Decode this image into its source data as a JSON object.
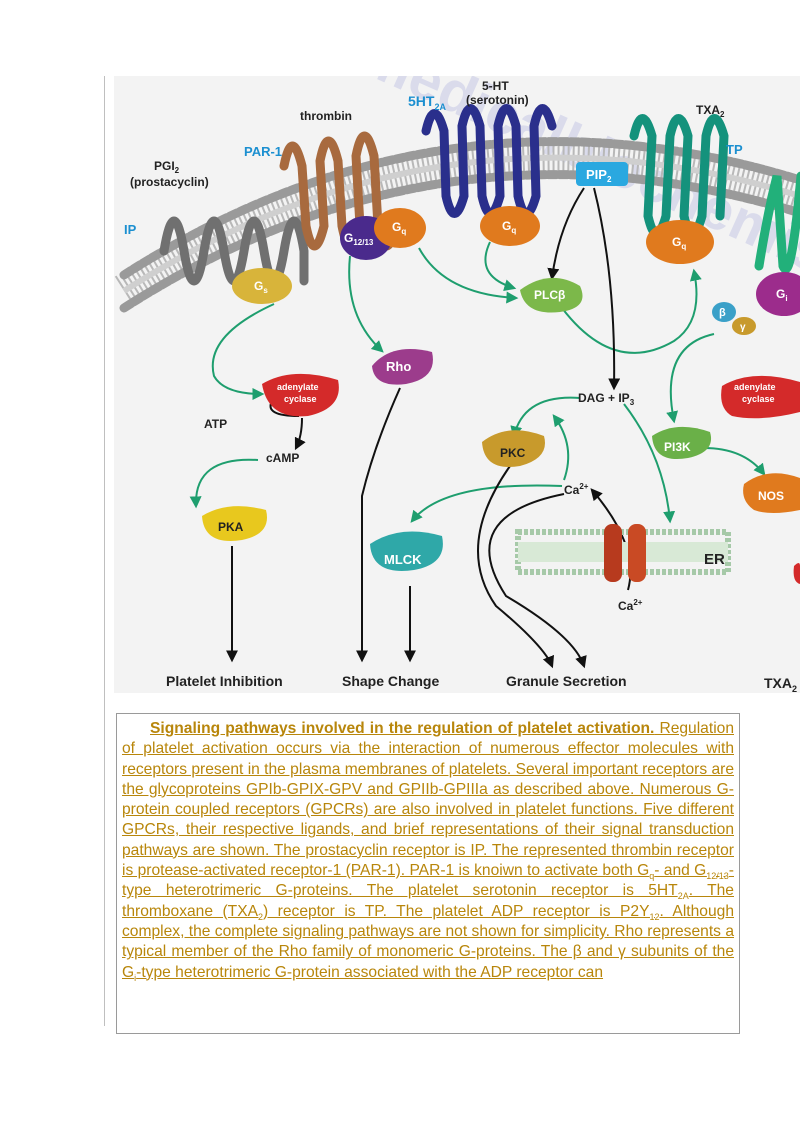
{
  "figure": {
    "watermark": "themedicalbiochemistrypage",
    "receptors": {
      "ip": "IP",
      "par1": "PAR-1",
      "ht2a_main": "5HT",
      "ht2a_sub": "2A",
      "tp": "TP"
    },
    "ligands": {
      "pgi2_line1": "PGI",
      "pgi2_sub": "2",
      "pgi2_line2": "(prostacyclin)",
      "thrombin": "thrombin",
      "serotonin_line1": "5-HT",
      "serotonin_line2": "(serotonin)",
      "txa2_main": "TXA",
      "txa2_sub": "2"
    },
    "proteins": {
      "gs_main": "G",
      "gs_sub": "s",
      "g1213_main": "G",
      "g1213_sub": "12/13",
      "gq_main": "G",
      "gq_sub": "q",
      "gi_main": "G",
      "gi_sub": "i",
      "beta": "β",
      "gamma": "γ",
      "plc": "PLCβ",
      "pip2_main": "PIP",
      "pip2_sub": "2",
      "rho": "Rho",
      "adenylate_line1": "adenylate",
      "adenylate_line2": "cyclase",
      "pkc": "PKC",
      "pi3k": "PI3K",
      "nos": "NOS",
      "pka": "PKA",
      "mlck": "MLCK"
    },
    "molecules": {
      "atp": "ATP",
      "camp": "cAMP",
      "dag_ip3_main": "DAG + IP",
      "dag_ip3_sub": "3",
      "ca": "Ca",
      "ca_sup": "2+",
      "er": "ER"
    },
    "outcomes": {
      "inhibition": "Platelet Inhibition",
      "shape": "Shape Change",
      "secretion": "Granule Secretion",
      "txa2_main": "TXA",
      "txa2_sub": "2"
    }
  },
  "caption": {
    "title": "Signaling pathways involved in the regulation of platelet activation.",
    "p1": " Regulation of platelet activation occurs via the interaction of numerous effector molecules with receptors present in the plasma membranes of platelets. Several important receptors are the glycoproteins GPIb-GPIX-GPV and GPIIb-GPIIIa as described above. Numerous G-protein coupled receptors (GPCRs) are also involved in platelet functions. Five different GPCRs, their respective ligands, and brief representations of their signal transduction pathways are shown. The prostacyclin receptor is IP. The represented thrombin receptor is protease-activated receptor-1 (PAR-1). PAR-1 is knoiwn to activate both G",
    "sub_q": "q",
    "p2": "- and G",
    "sub_1213": "12/13",
    "p3": "-type heterotrimeric G-proteins. The platelet serotonin receptor is 5HT",
    "sub_2a": "2A",
    "p4": ". The thromboxane (TXA",
    "sub_2": "2",
    "p5": ") receptor is TP. The platelet ADP receptor is P2Y",
    "sub_12": "12",
    "p6": ". Although complex, the complete signaling pathways are not shown for simplicity. Rho represents a typical member of the Rho family of monomeric G-proteins. The β and γ subunits of the G",
    "sub_i": "i",
    "p7": "-type heterotrimeric G-protein associated with the ADP receptor can"
  },
  "colors": {
    "arrow_green": "#1e9e6e",
    "gq_orange": "#e07a1e",
    "gs_yellow": "#d8b43a",
    "rho_purple": "#9c3c8c",
    "adenylate_red": "#d42a2a",
    "pkc_gold": "#c89a2c",
    "pka_yellow": "#e8c81e",
    "mlck_teal": "#2fa8a8",
    "plc_green": "#7cb84a",
    "pip2_cyan": "#2aa8e0",
    "caption_gold": "#b8860b"
  }
}
